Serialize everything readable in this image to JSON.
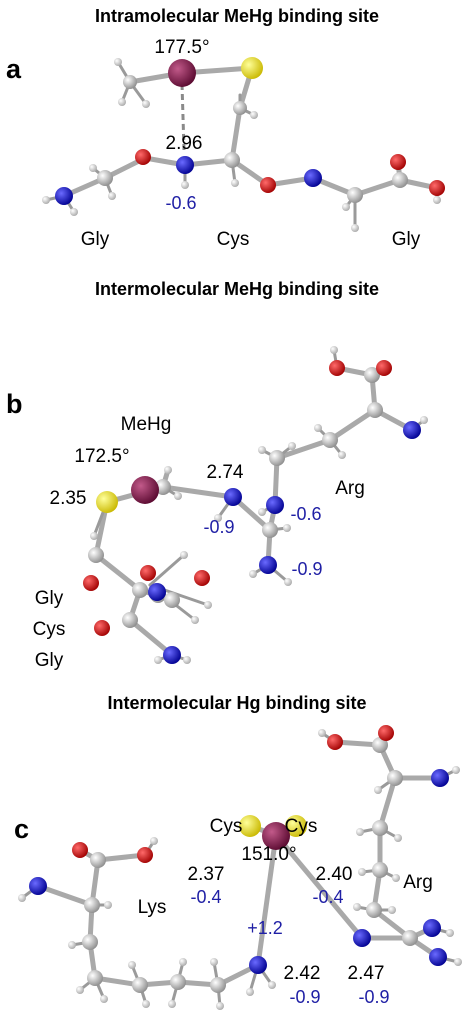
{
  "panels": [
    {
      "letter": "a",
      "title": "Intramolecular MeHg binding site",
      "angle": "177.5°",
      "distance": "2.96",
      "charge_n": "-0.6",
      "residues": [
        "Gly",
        "Cys",
        "Gly"
      ]
    },
    {
      "letter": "b",
      "title": "Intermolecular MeHg binding site",
      "mehg_label": "MeHg",
      "angle": "172.5°",
      "dist_s": "2.35",
      "dist_n": "2.74",
      "arg_label": "Arg",
      "charges": [
        "-0.6",
        "-0.9",
        "-0.9"
      ],
      "residues": [
        "Gly",
        "Cys",
        "Gly"
      ]
    },
    {
      "letter": "c",
      "title": "Intermolecular Hg binding site",
      "cys_left": "Cys",
      "cys_right": "Cys",
      "angle": "151.0°",
      "dist_s1": "2.37",
      "dist_s2": "2.40",
      "charge_s1": "-0.4",
      "charge_s2": "-0.4",
      "charge_hg": "+1.2",
      "lys_label": "Lys",
      "arg_label": "Arg",
      "dist_n1": "2.42",
      "dist_n2": "2.47",
      "charge_n1": "-0.9",
      "charge_n2": "-0.9"
    }
  ],
  "colors": {
    "hg": "#7a1446",
    "sulfur": "#f2e600",
    "nitrogen": "#1010c8",
    "oxygen": "#d01010",
    "carbon": "#c8c8c8",
    "hydrogen": "#ececec"
  }
}
